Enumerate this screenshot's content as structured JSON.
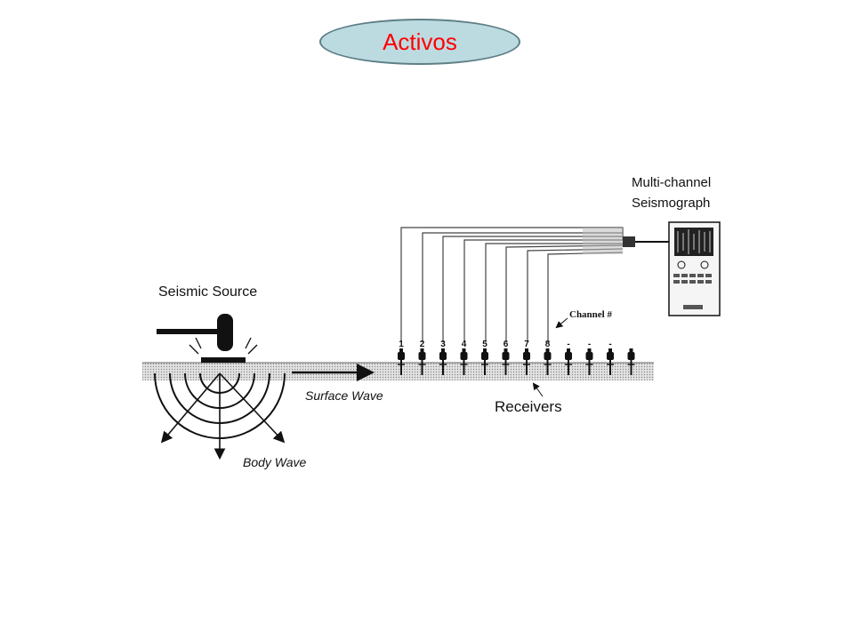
{
  "title": "Activos",
  "colors": {
    "title_text": "#ff0000",
    "title_fill": "#bcdbe1",
    "title_border": "#5f7f87",
    "ink": "#111111",
    "ground": "#d9d9d9"
  },
  "labels": {
    "seismograph_line1": "Multi-channel",
    "seismograph_line2": "Seismograph",
    "seismic_source": "Seismic Source",
    "channel": "Channel #",
    "surface_wave": "Surface Wave",
    "receivers": "Receivers",
    "body_wave": "Body Wave"
  },
  "channels": [
    "1",
    "2",
    "3",
    "4",
    "5",
    "6",
    "7",
    "8",
    "-",
    "-",
    "-"
  ],
  "icons": {
    "hammer": "hammer-icon",
    "seismograph": "seismograph-device-icon",
    "geophone": "geophone-icon"
  }
}
